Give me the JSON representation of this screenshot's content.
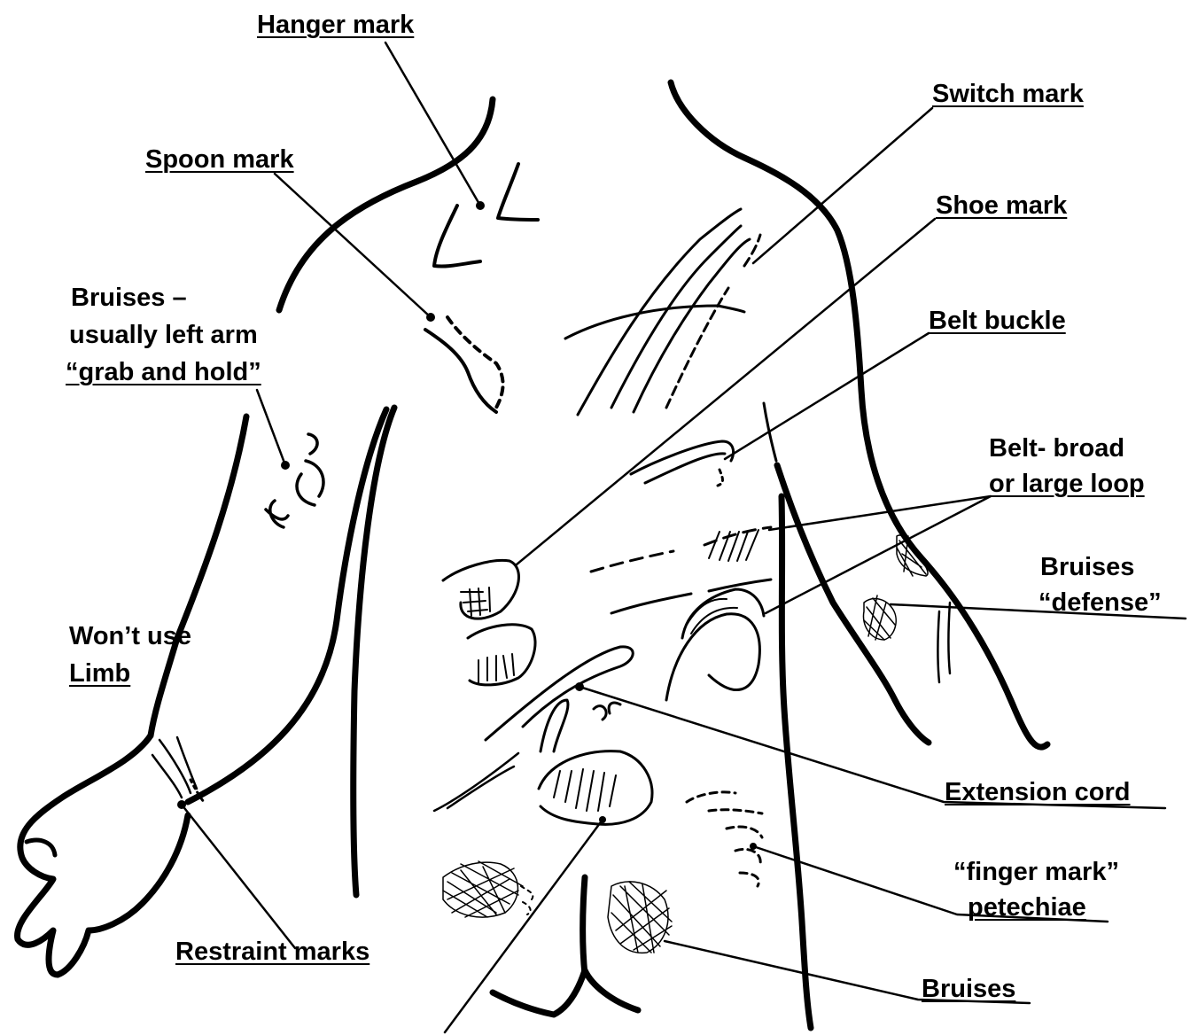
{
  "labels": {
    "hanger": "Hanger mark",
    "spoon": "Spoon mark",
    "bruises_arm_1": "Bruises –",
    "bruises_arm_2": "usually left arm",
    "bruises_arm_3": "“grab and hold”",
    "wont_use_1": "Won’t use",
    "wont_use_2": "Limb",
    "restraint": "Restraint marks",
    "switch": "Switch mark",
    "shoe": "Shoe mark",
    "belt_buckle": "Belt buckle",
    "belt_broad_1": "Belt- broad",
    "belt_broad_2": "or large loop",
    "bruises_defense_1": "Bruises",
    "bruises_defense_2": "“defense”",
    "extension_cord": "Extension cord",
    "finger_mark_1": "“finger mark”",
    "finger_mark_2": "petechiae",
    "bruises_bottom": "Bruises"
  }
}
